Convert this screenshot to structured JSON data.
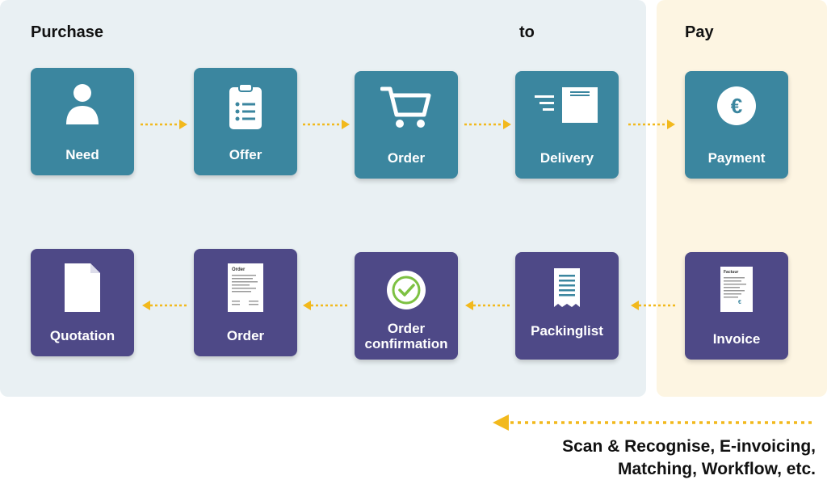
{
  "headings": {
    "purchase": "Purchase",
    "to": "to",
    "pay": "Pay"
  },
  "top_row": [
    {
      "label": "Need",
      "icon": "person-icon"
    },
    {
      "label": "Offer",
      "icon": "clipboard-list-icon"
    },
    {
      "label": "Order",
      "icon": "shopping-cart-icon"
    },
    {
      "label": "Delivery",
      "icon": "delivery-package-icon"
    },
    {
      "label": "Payment",
      "icon": "euro-coin-icon"
    }
  ],
  "bottom_row": [
    {
      "label": "Quotation",
      "icon": "blank-document-icon"
    },
    {
      "label": "Order",
      "icon": "order-document-icon",
      "doc_title": "Order"
    },
    {
      "label_line1": "Order",
      "label_line2": "confirmation",
      "icon": "check-circle-icon"
    },
    {
      "label": "Packinglist",
      "icon": "receipt-icon"
    },
    {
      "label": "Invoice",
      "icon": "invoice-document-icon",
      "doc_title": "Factuur"
    }
  ],
  "footer": {
    "line1": "Scan & Recognise, E-invoicing,",
    "line2": "Matching, Workflow, etc."
  },
  "colors": {
    "teal": "#3b869f",
    "purple": "#4e4987",
    "arrow": "#f2b91d",
    "purchase_bg": "#e9f0f3",
    "pay_bg": "#fdf5e2"
  }
}
